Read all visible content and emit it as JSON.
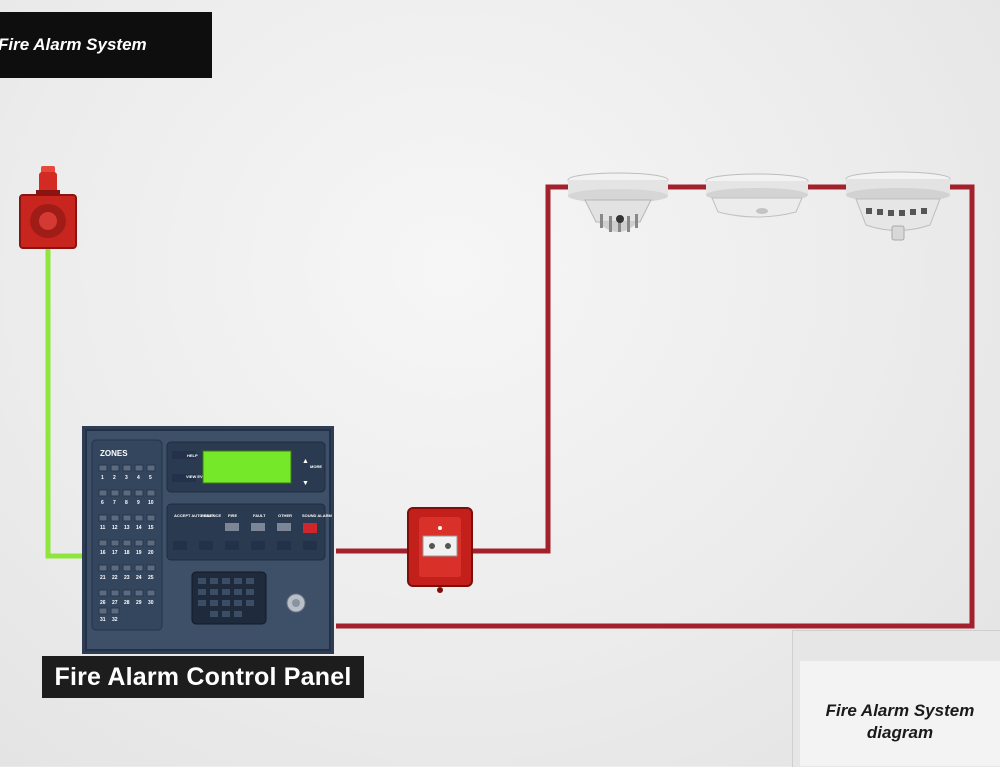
{
  "header": {
    "title": "Fire Alarm System"
  },
  "control_panel": {
    "label": "Fire Alarm Control Panel",
    "zones_label": "ZONES",
    "zone_numbers": [
      "1",
      "2",
      "3",
      "4",
      "5",
      "6",
      "7",
      "8",
      "9",
      "10",
      "11",
      "12",
      "13",
      "14",
      "15",
      "16",
      "17",
      "18",
      "19",
      "20",
      "21",
      "22",
      "23",
      "24",
      "25",
      "26",
      "27",
      "28",
      "29",
      "30",
      "31",
      "32"
    ],
    "buttons": {
      "help": "HELP",
      "view_events": "VIEW EVENTS",
      "more": "MORE",
      "accept": "ACCEPT AUTO SILENCE",
      "reset": "RESET",
      "fire": "FIRE",
      "fault": "FAULT",
      "other": "OTHER",
      "sound_alarm": "SOUND ALARM"
    }
  },
  "caption": {
    "line1": "Fire Alarm System",
    "line2": "diagram"
  },
  "colors": {
    "signal_wire": "#a3212c",
    "sounder_wire": "#8ee63c",
    "panel_body": "#3d5068",
    "lcd": "#76e82a",
    "label_bg": "#1d1d1d"
  },
  "devices": [
    "beacon-sounder",
    "heat-detector",
    "optical-smoke-detector",
    "multi-sensor-detector",
    "manual-call-point"
  ]
}
